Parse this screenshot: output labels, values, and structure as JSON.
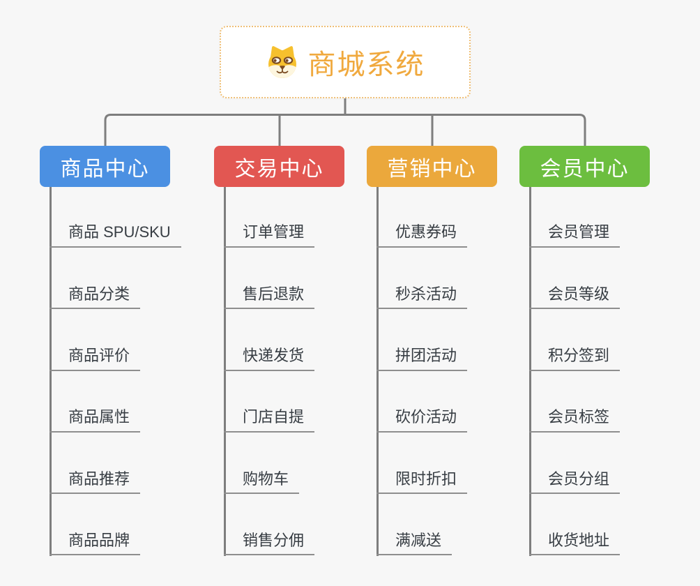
{
  "app": {
    "background_color": "#f7f7f7",
    "connector_color": "#7e7e7e",
    "underline_color": "#8e8e8e"
  },
  "root": {
    "label": "商城系统",
    "icon": "dog-face-icon",
    "text_color": "#f0a93e",
    "border_color": "#efbf76",
    "background_color": "#ffffff"
  },
  "branches": [
    {
      "label": "商品中心",
      "color": "#4b90e2",
      "children": [
        "商品 SPU/SKU",
        "商品分类",
        "商品评价",
        "商品属性",
        "商品推荐",
        "商品品牌"
      ]
    },
    {
      "label": "交易中心",
      "color": "#e25752",
      "children": [
        "订单管理",
        "售后退款",
        "快递发货",
        "门店自提",
        "购物车",
        "销售分佣"
      ]
    },
    {
      "label": "营销中心",
      "color": "#eba83c",
      "children": [
        "优惠券码",
        "秒杀活动",
        "拼团活动",
        "砍价活动",
        "限时折扣",
        "满减送"
      ]
    },
    {
      "label": "会员中心",
      "color": "#6cbe3f",
      "children": [
        "会员管理",
        "会员等级",
        "积分签到",
        "会员标签",
        "会员分组",
        "收货地址"
      ]
    }
  ]
}
